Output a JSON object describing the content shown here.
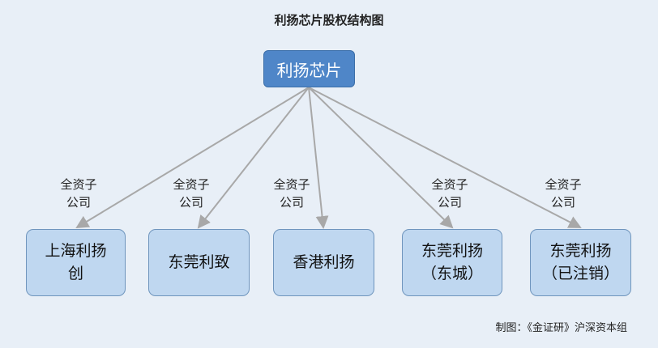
{
  "title": "利扬芯片股权结构图",
  "root": {
    "label": "利扬芯片"
  },
  "children": [
    {
      "lines": [
        "上海利扬",
        "创"
      ],
      "relation": [
        "全资子",
        "公司"
      ]
    },
    {
      "lines": [
        "东莞利致"
      ],
      "relation": [
        "全资子",
        "公司"
      ]
    },
    {
      "lines": [
        "香港利扬"
      ],
      "relation": [
        "全资子",
        "公司"
      ]
    },
    {
      "lines": [
        "东莞利扬",
        "（东城）"
      ],
      "relation": [
        "全资子",
        "公司"
      ]
    },
    {
      "lines": [
        "东莞利扬",
        "（已注销）"
      ],
      "relation": [
        "全资子",
        "公司"
      ]
    }
  ],
  "footer": "制图：《金证研》沪深资本组",
  "colors": {
    "root": "#4f86c8",
    "child": "#bfd7f0",
    "edge": "#a8a8a8",
    "background": "#e8eff7"
  }
}
